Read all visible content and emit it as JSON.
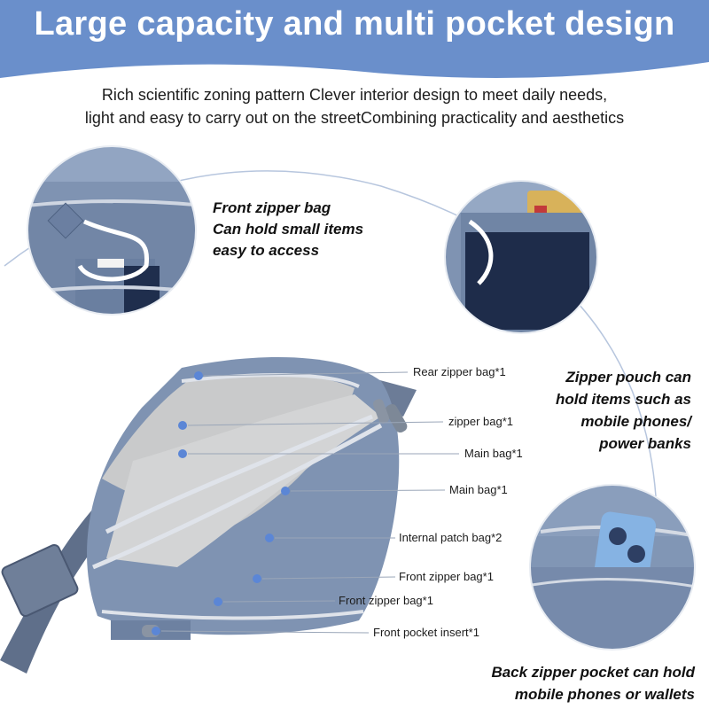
{
  "header": {
    "title": "Large capacity and multi pocket design",
    "band_color": "#6a8fcb",
    "subtitle_lines": [
      "Rich scientific zoning pattern Clever interior design to meet daily needs,",
      "light and easy to carry out on the streetCombining practicality and aesthetics"
    ]
  },
  "callouts": {
    "front": [
      "Front zipper bag",
      "Can hold small items",
      "easy to access"
    ],
    "pouch": [
      "Zipper pouch can",
      "hold items such as",
      "mobile phones/",
      "power banks"
    ],
    "back": [
      "Back zipper pocket can hold",
      "mobile phones or wallets"
    ]
  },
  "labels": [
    "Rear zipper bag*1",
    "zipper bag*1",
    "Main bag*1",
    "Main bag*1",
    "Internal patch bag*2",
    "Front zipper bag*1",
    "Front zipper bag*1",
    "Front pocket insert*1"
  ],
  "colors": {
    "bag": "#7f93b2",
    "bag_dark": "#5f7391",
    "lining": "#c9cacb",
    "dot": "#5b86d6",
    "leader": "#9aa6b8"
  }
}
